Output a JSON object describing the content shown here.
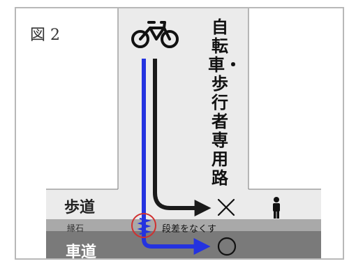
{
  "figure_label": "図 2",
  "path_label": "自転車・歩行者専用路",
  "zones": {
    "sidewalk": "歩道",
    "curb": "縁石",
    "road": "車道"
  },
  "annotation": "段差をなくす",
  "results": {
    "via_sidewalk": "×",
    "via_road": "○"
  },
  "icons": [
    "bicycle-icon",
    "pedestrian-icon",
    "spring-icon"
  ],
  "colors": {
    "sidewalk": "#ebebeb",
    "curb": "#a9a9a9",
    "road": "#7a7a7a",
    "blue_arrow": "#2433e0",
    "black_arrow": "#1a1a1a",
    "highlight_circle": "#d03030"
  }
}
